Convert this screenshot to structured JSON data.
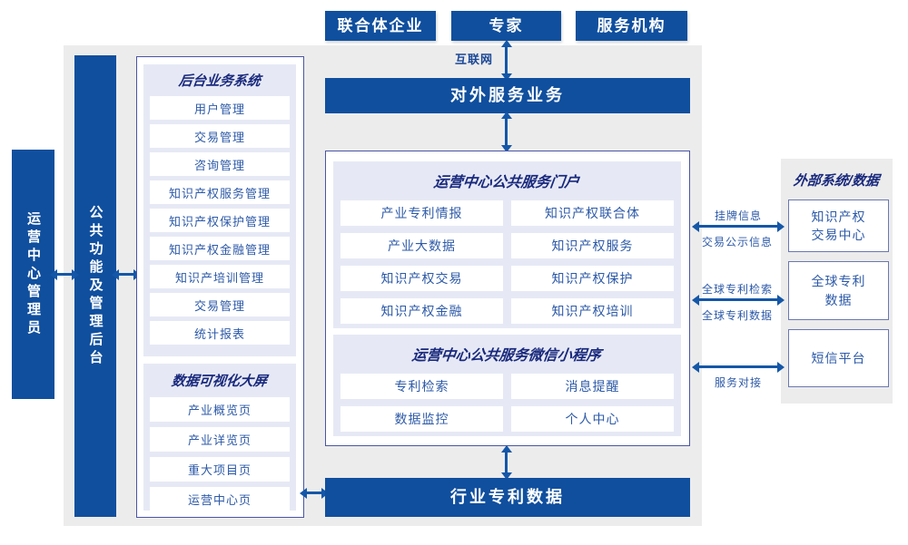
{
  "colors": {
    "primary_blue": "#104f9e",
    "arrow_blue": "#1457a8",
    "panel_lavender": "#e6e9f5",
    "canvas_gray": "#ececec",
    "panel_border": "#4a55a5",
    "item_text": "#2d5aa8",
    "header_text": "#19297c"
  },
  "actors": [
    {
      "label": "联合体企业"
    },
    {
      "label": "专家"
    },
    {
      "label": "服务机构"
    }
  ],
  "network": {
    "label": "互联网"
  },
  "bars": {
    "external_service": "对外服务业务",
    "industry_patent_data": "行业专利数据"
  },
  "rails": {
    "operator": "运营中心管理员",
    "admin_backend": "公共功能及管理后台"
  },
  "backend_panel": {
    "title": "后台业务系统",
    "items": [
      "用户管理",
      "交易管理",
      "咨询管理",
      "知识产权服务管理",
      "知识产权保护管理",
      "知识产权金融管理",
      "知识产培训管理",
      "交易管理",
      "统计报表"
    ]
  },
  "dashboard_panel": {
    "title": "数据可视化大屏",
    "items": [
      "产业概览页",
      "产业详览页",
      "重大项目页",
      "运营中心页"
    ]
  },
  "portal_panel": {
    "title": "运营中心公共服务门户",
    "items": [
      "产业专利情报",
      "知识产权联合体",
      "产业大数据",
      "知识产权服务",
      "知识产权交易",
      "知识产权保护",
      "知识产权金融",
      "知识产权培训"
    ]
  },
  "miniapp_panel": {
    "title": "运营中心公共服务微信小程序",
    "items": [
      "专利检索",
      "消息提醒",
      "数据监控",
      "个人中心"
    ]
  },
  "external_panel": {
    "title": "外部系统/数据",
    "systems": [
      "知识产权交易中心",
      "全球专利数据",
      "短信平台"
    ]
  },
  "link_labels": {
    "listing_info": "挂牌信息",
    "trade_publicity": "交易公示信息",
    "global_patent_search": "全球专利检索",
    "global_patent_data": "全球专利数据",
    "service_connect": "服务对接"
  }
}
